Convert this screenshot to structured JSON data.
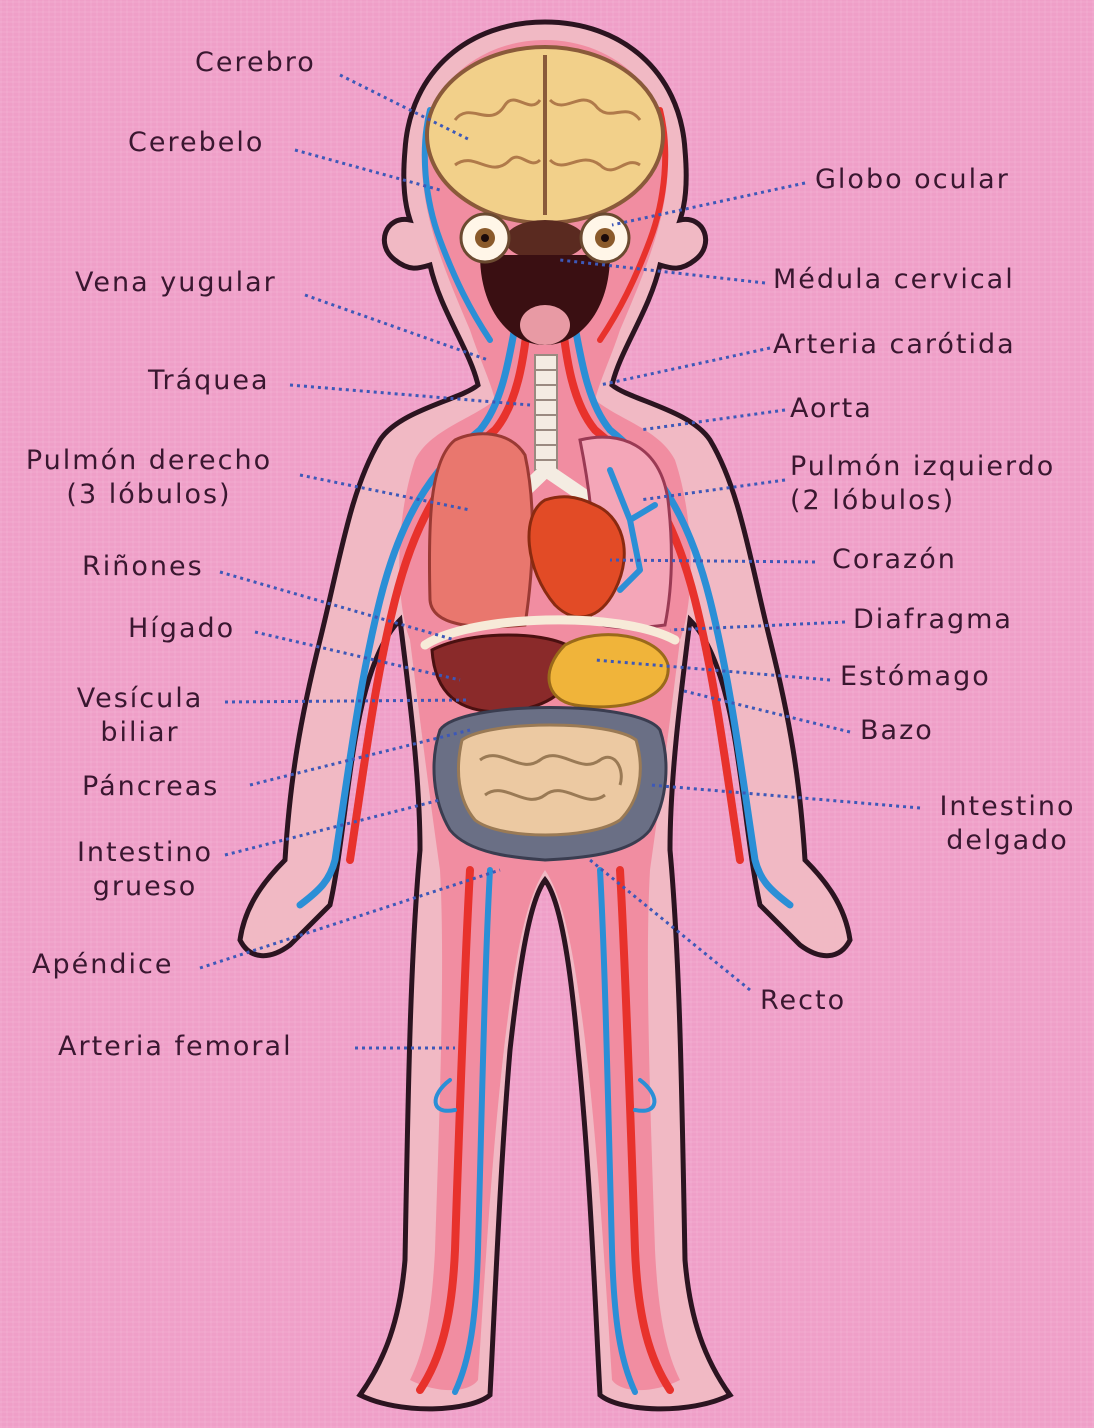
{
  "labels": {
    "cerebro": "Cerebro",
    "cerebelo": "Cerebelo",
    "globo_ocular": "Globo ocular",
    "vena_yugular": "Vena yugular",
    "medula_cervical": "Médula cervical",
    "arteria_carotida": "Arteria carótida",
    "traquea": "Tráquea",
    "aorta": "Aorta",
    "pulmon_derecho_1": "Pulmón derecho",
    "pulmon_derecho_2": "(3 lóbulos)",
    "pulmon_izquierdo_1": "Pulmón izquierdo",
    "pulmon_izquierdo_2": "(2 lóbulos)",
    "corazon": "Corazón",
    "rinones": "Riñones",
    "diafragma": "Diafragma",
    "higado": "Hígado",
    "estomago": "Estómago",
    "vesicula_1": "Vesícula",
    "vesicula_2": "biliar",
    "bazo": "Bazo",
    "pancreas": "Páncreas",
    "intestino_delgado_1": "Intestino",
    "intestino_delgado_2": "delgado",
    "intestino_grueso_1": "Intestino",
    "intestino_grueso_2": "grueso",
    "apendice": "Apéndice",
    "recto": "Recto",
    "arteria_femoral": "Arteria femoral"
  },
  "colors": {
    "background": "#ef9fc8",
    "skin": "#f1b9c4",
    "outline": "#2b1420",
    "artery": "#e8322c",
    "vein": "#2b8fd6",
    "leader": "#3d58b8",
    "text": "#3a1730"
  }
}
